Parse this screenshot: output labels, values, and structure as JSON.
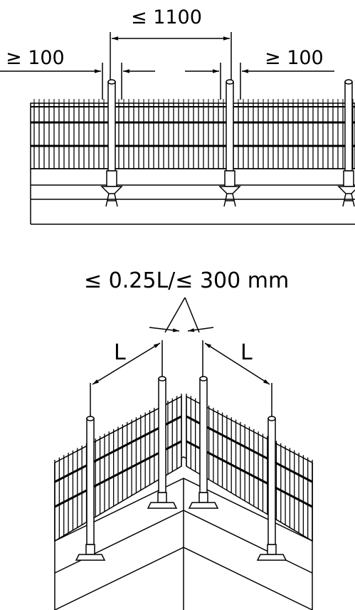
{
  "top_diagram": {
    "max_spacing_label": "≤ 1100",
    "min_edge_left_label": "≥ 100",
    "min_edge_right_label": "≥ 100"
  },
  "bottom_diagram": {
    "corner_label": "≤ 0.25L/≤ 300 mm",
    "left_span_label": "L",
    "right_span_label": "L"
  },
  "colors": {
    "ink": "#000000",
    "background": "#ffffff"
  }
}
